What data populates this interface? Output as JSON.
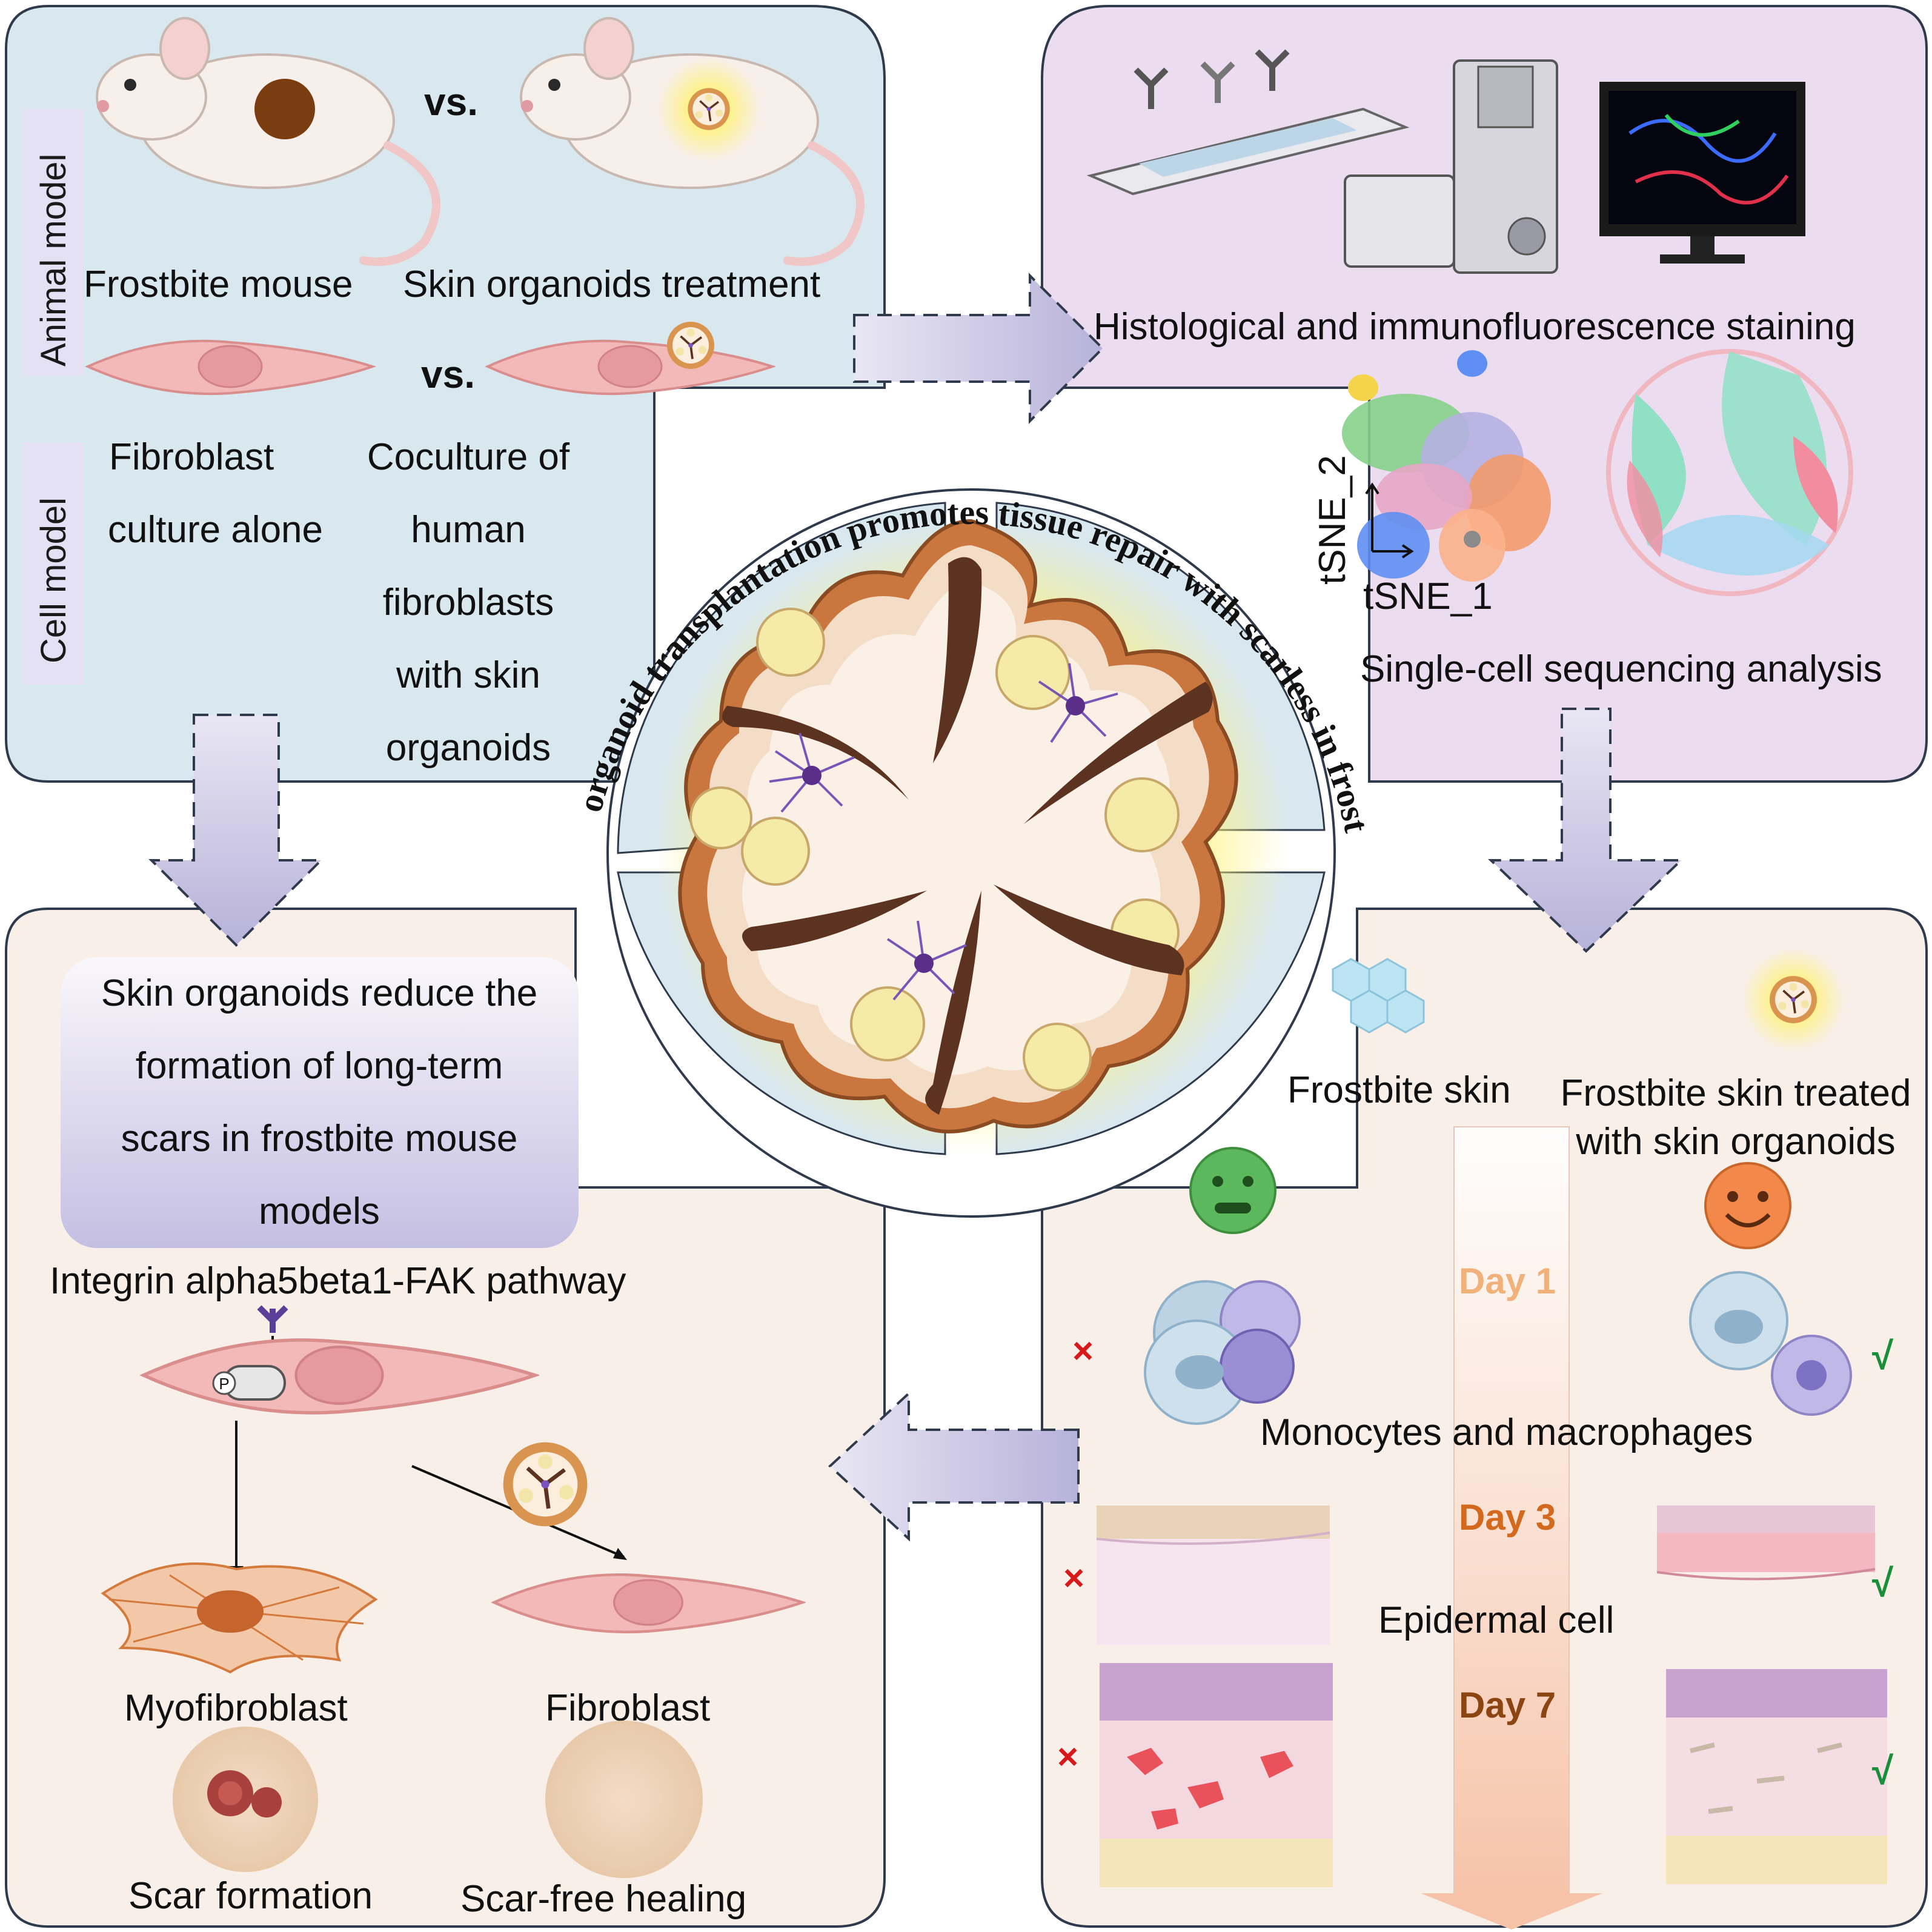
{
  "center": {
    "title_arc": "Skin organoid transplantation promotes tissue repair with scarless in frostbite"
  },
  "top_left": {
    "side_label_animal": "Animal model",
    "side_label_cell": "Cell model",
    "vs_1": "vs.",
    "vs_2": "vs.",
    "frostbite_mouse": "Frostbite mouse",
    "skin_organoids_treatment": "Skin organoids treatment",
    "fibroblast_culture_lines": [
      "Fibroblast",
      "culture alone"
    ],
    "coculture_lines": [
      "Coculture of",
      "human",
      "fibroblasts",
      "with skin",
      "organoids"
    ]
  },
  "top_right": {
    "staining_label": "Histological and immunofluorescence staining",
    "tsne_y": "tSNE_2",
    "tsne_x": "tSNE_1",
    "sequencing_label": "Single-cell sequencing analysis"
  },
  "bottom_right": {
    "frostbite_skin": "Frostbite skin",
    "treated_lines": [
      "Frostbite skin treated",
      "with skin organoids"
    ],
    "day1": "Day 1",
    "day3": "Day 3",
    "day7": "Day 7",
    "monocytes_label": "Monocytes and macrophages",
    "epidermal_label": "Epidermal cell",
    "cross_mark": "×",
    "check_mark": "√"
  },
  "bottom_left": {
    "summary_lines": [
      "Skin organoids reduce the",
      "formation of long-term",
      "scars in frostbite mouse",
      "models"
    ],
    "pathway_label": "Integrin alpha5beta1-FAK pathway",
    "phospho_label": "P",
    "myofibroblast": "Myofibroblast",
    "fibroblast": "Fibroblast",
    "scar_formation": "Scar formation",
    "scar_free": "Scar-free healing"
  },
  "colors": {
    "panel_blue": "#d9e8ee",
    "panel_purple": "#ecdcef",
    "panel_cream": "#f7efe8",
    "arrow_fill": "#c9c6e3",
    "day1": "#f0b27a",
    "day3": "#d2691e",
    "day7": "#8b4513",
    "organoid_glow": "#fff27a",
    "skin_brown": "#c9773f"
  }
}
